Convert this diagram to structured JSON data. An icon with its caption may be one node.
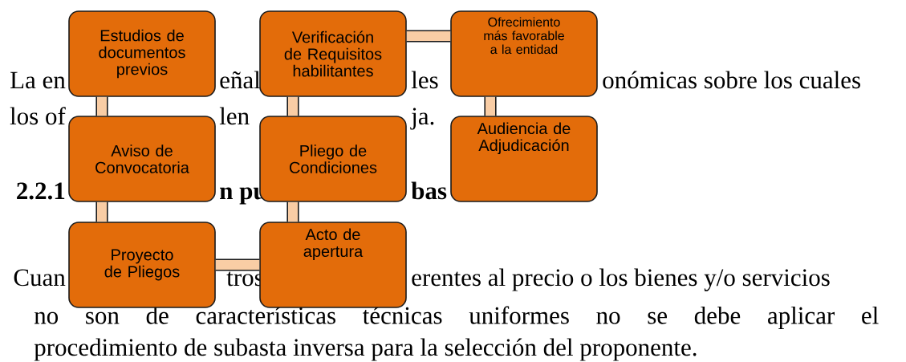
{
  "diagram": {
    "nodes": [
      {
        "text": [
          "Estudios de documentos previos"
        ]
      },
      {
        "text": [
          "Verificación de Requisitos habilitantes"
        ]
      },
      {
        "text": [
          "Ofrecimiento más favorable a la entidad"
        ]
      },
      {
        "text": [
          "Aviso de Convocatoria"
        ]
      },
      {
        "text": [
          "Pliego de Condiciones"
        ]
      },
      {
        "text": [
          "Audiencia de Adjudicación"
        ]
      },
      {
        "text": [
          "Proyecto de Pliegos"
        ]
      },
      {
        "text": [
          "Acto de apertura"
        ]
      }
    ],
    "edges": [
      {
        "from": 0,
        "to": 3,
        "arrow": "none"
      },
      {
        "from": 3,
        "to": 6,
        "arrow": "none"
      },
      {
        "from": 6,
        "to": 7,
        "arrow": "none"
      },
      {
        "from": 7,
        "to": 4,
        "arrow": "none"
      },
      {
        "from": 4,
        "to": 1,
        "arrow": "none"
      },
      {
        "from": 1,
        "to": 2,
        "arrow": "none"
      },
      {
        "from": 2,
        "to": 5,
        "arrow": "none"
      }
    ],
    "labels": [
      "La en",
      "eñal",
      "les",
      "onómicas sobre los cuales",
      "los of",
      "len",
      "ja.",
      "2.2.1",
      "n pu",
      "bas",
      "Cuan",
      "tros",
      "erentes al precio o los bienes y/o servicios",
      "no son de características técnicas uniformes no se debe aplicar el",
      "procedimiento de subasta inversa para la selección del proponente."
    ]
  }
}
